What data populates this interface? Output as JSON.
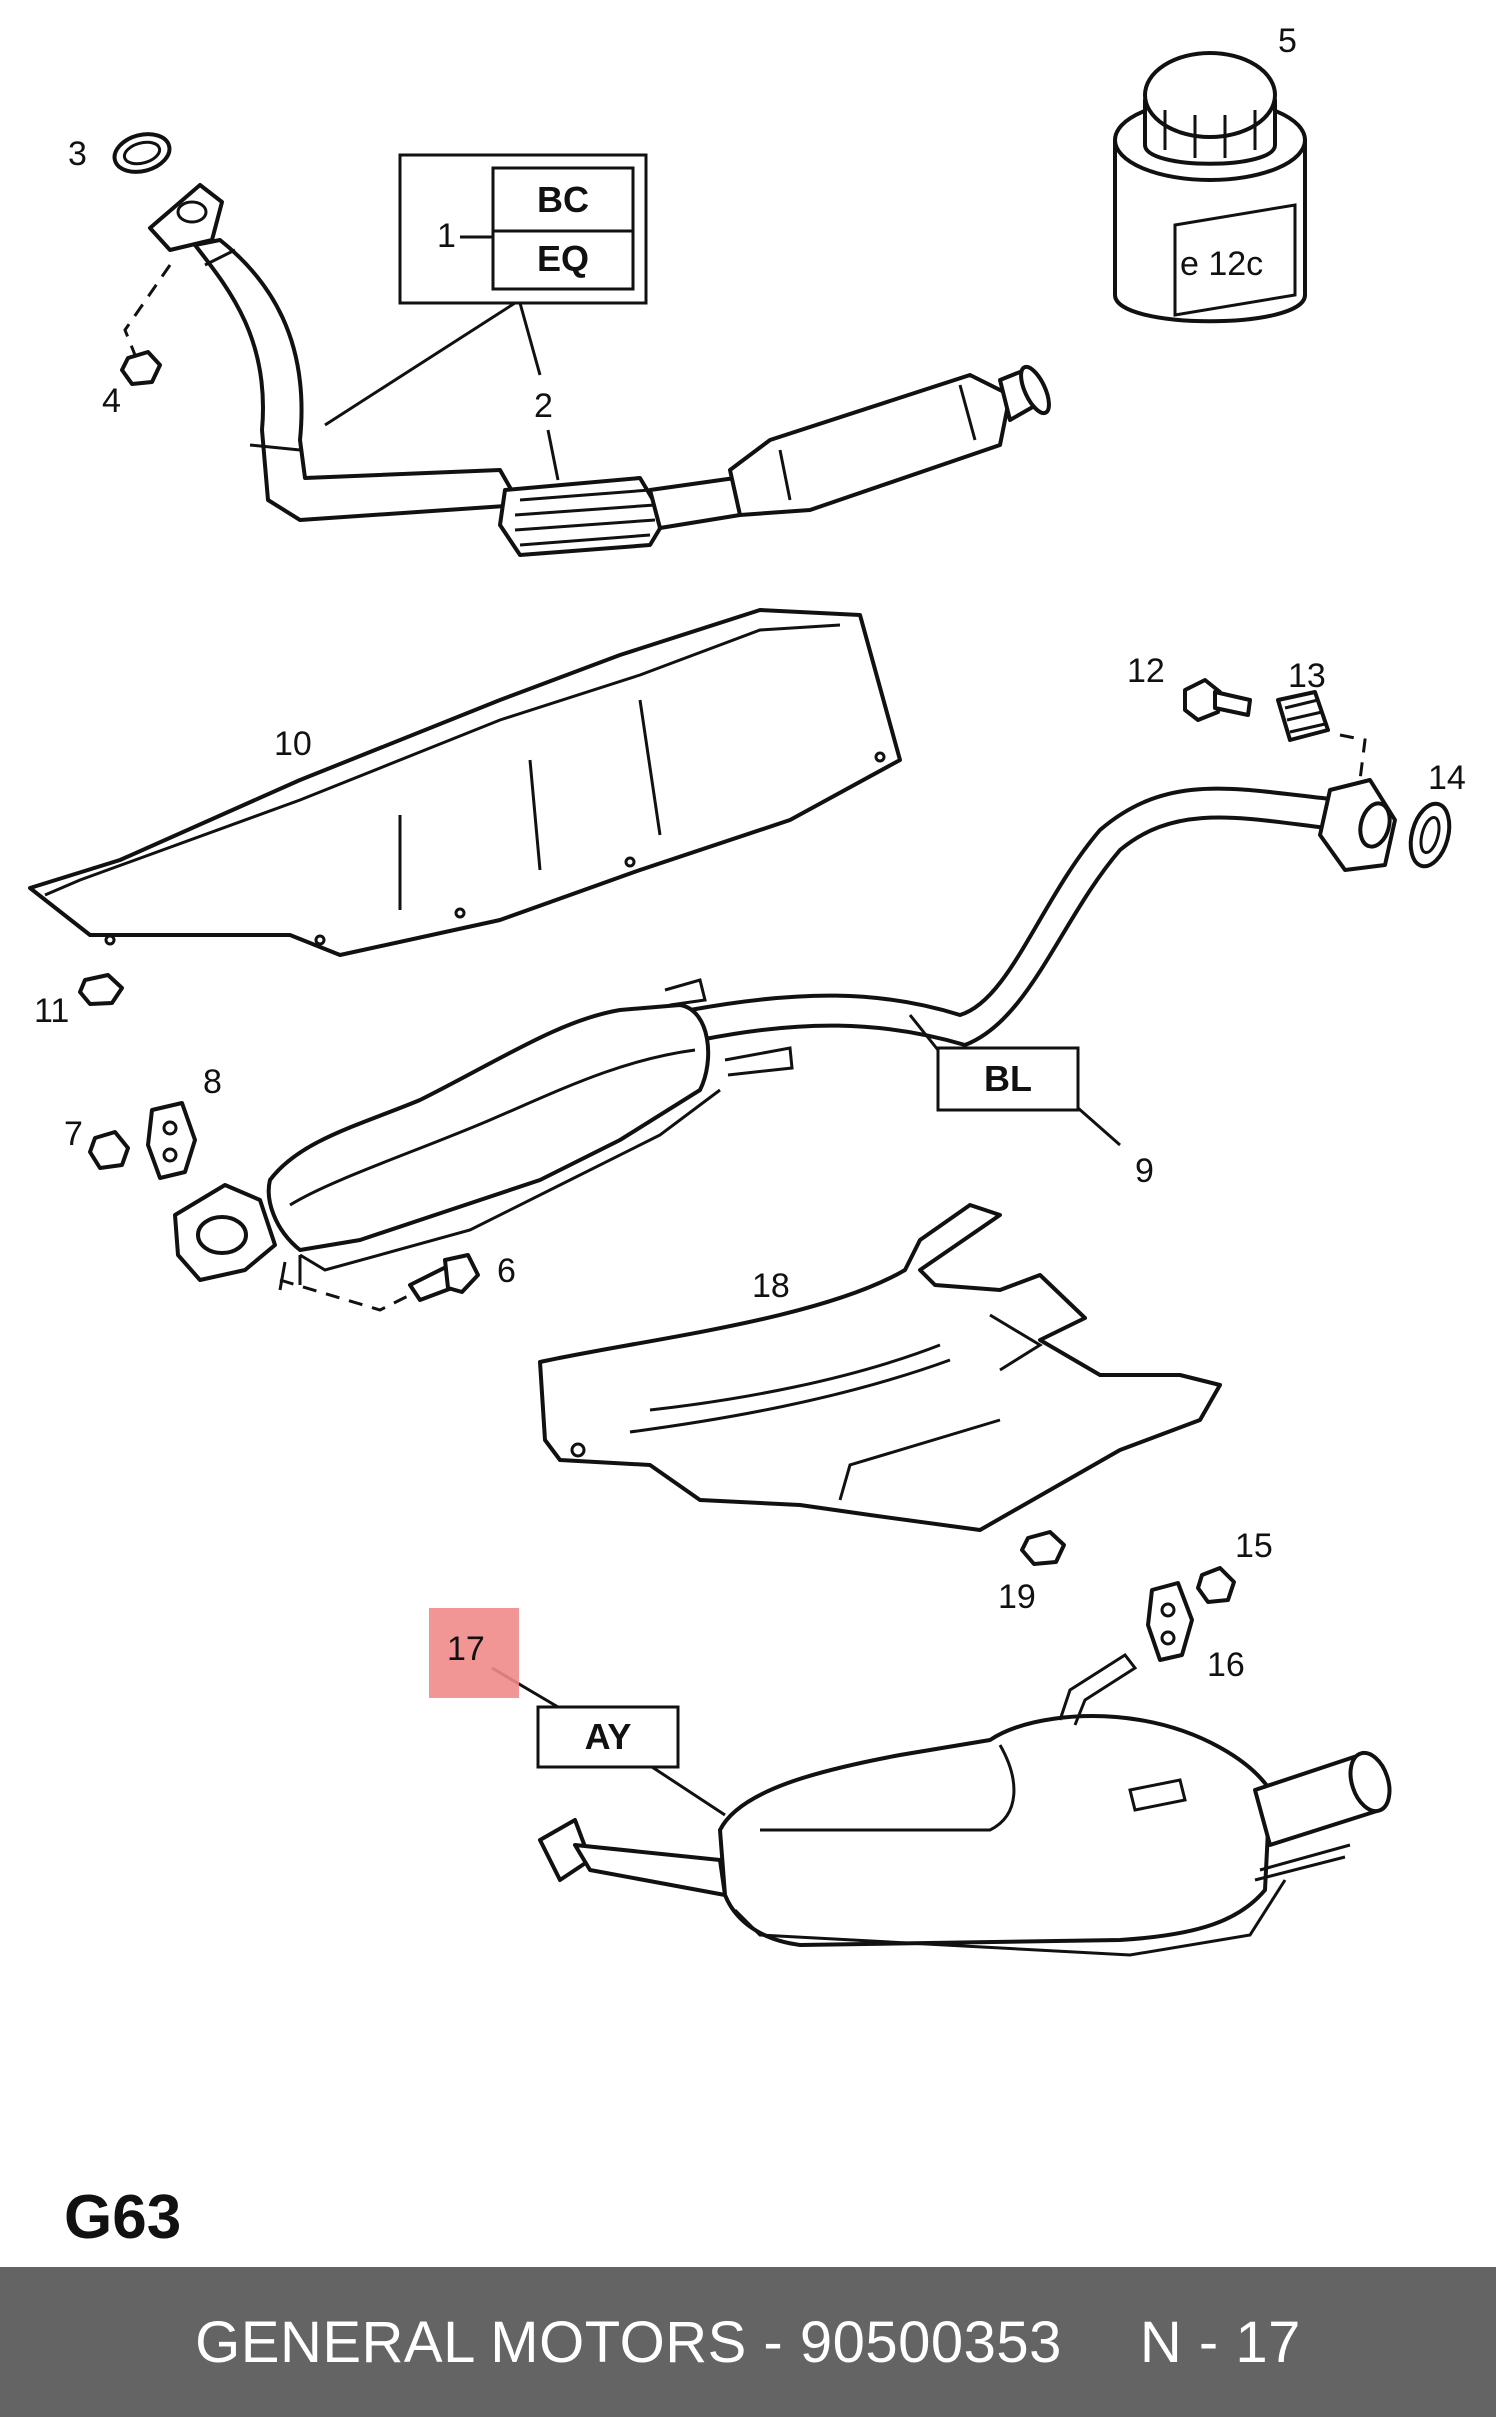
{
  "diagram": {
    "page_code": "G63",
    "highlight_color": "#f08a8a",
    "code_boxes": {
      "bc": "BC",
      "eq": "EQ",
      "bl": "BL",
      "ay": "AY"
    },
    "callouts": {
      "c1": "1",
      "c2": "2",
      "c3": "3",
      "c4": "4",
      "c5": "5",
      "c6": "6",
      "c7": "7",
      "c8": "8",
      "c9": "9",
      "c10": "10",
      "c11": "11",
      "c12": "12",
      "c13": "13",
      "c14": "14",
      "c15": "15",
      "c16": "16",
      "c17": "17",
      "c18": "18",
      "c19": "19"
    },
    "can_label": "e 12c"
  },
  "footer": {
    "brand_part": "GENERAL MOTORS - 90500353",
    "position": "N - 17"
  }
}
